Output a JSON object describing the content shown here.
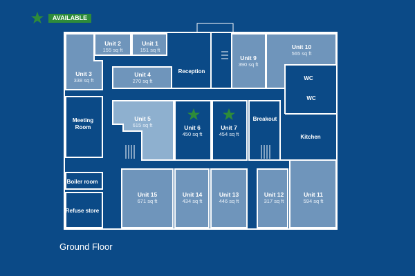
{
  "legend": {
    "label": "AVAILABLE",
    "icon": "star-icon",
    "color": "#2e8b3a"
  },
  "floor_title": "Ground Floor",
  "units": [
    {
      "name": "Unit 1",
      "area": "151 sq ft",
      "available": false
    },
    {
      "name": "Unit 2",
      "area": "155 sq ft",
      "available": false
    },
    {
      "name": "Unit 3",
      "area": "338 sq ft",
      "available": false
    },
    {
      "name": "Unit 4",
      "area": "270 sq ft",
      "available": false
    },
    {
      "name": "Unit 5",
      "area": "615 sq ft",
      "available": false
    },
    {
      "name": "Unit 6",
      "area": "450 sq ft",
      "available": true
    },
    {
      "name": "Unit 7",
      "area": "454 sq ft",
      "available": true
    },
    {
      "name": "Unit 9",
      "area": "390 sq ft",
      "available": false
    },
    {
      "name": "Unit 10",
      "area": "565 sq ft",
      "available": false
    },
    {
      "name": "Unit 11",
      "area": "594 sq ft",
      "available": false
    },
    {
      "name": "Unit 12",
      "area": "317 sq ft",
      "available": false
    },
    {
      "name": "Unit 13",
      "area": "446 sq ft",
      "available": false
    },
    {
      "name": "Unit 14",
      "area": "434 sq ft",
      "available": false
    },
    {
      "name": "Unit 15",
      "area": "671 sq ft",
      "available": false
    }
  ],
  "rooms": {
    "reception": "Reception",
    "meeting": "Meeting\nRoom",
    "breakout": "Breakout",
    "kitchen": "Kitchen",
    "wc1": "WC",
    "wc2": "WC",
    "boiler": "Boiler room",
    "refuse": "Refuse store"
  },
  "colors": {
    "background": "#0b4a87",
    "unit": "#6f95bb",
    "unit_light": "#8eb0cf",
    "wall": "#ffffff",
    "star": "#2e8b3a"
  }
}
